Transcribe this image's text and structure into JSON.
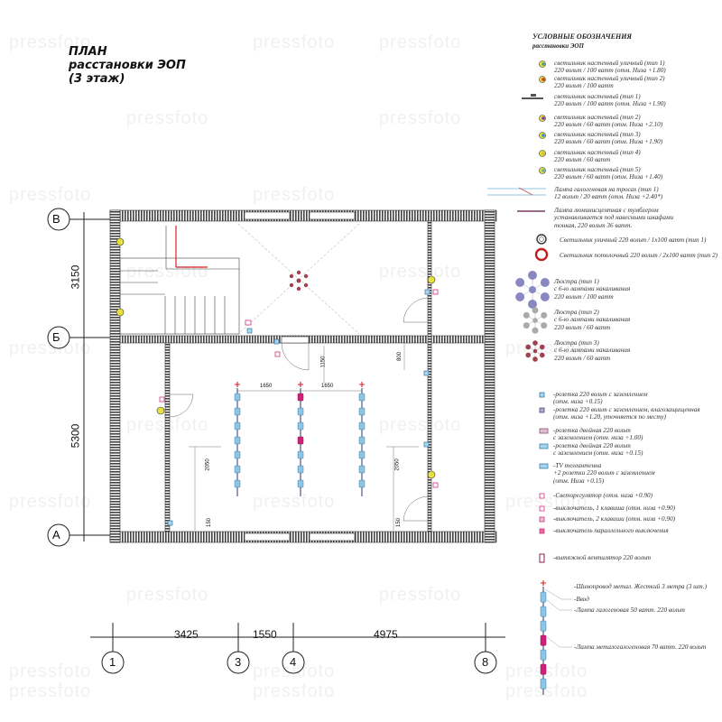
{
  "title": {
    "line1": "ПЛАН",
    "line2": "расстановки  ЭОП",
    "line3": "(3  этаж)"
  },
  "legend": {
    "heading1": "УСЛОВНЫЕ ОБОЗНАЧЕНИЯ",
    "heading2": "расстановки  ЭОП",
    "items": [
      {
        "lines": [
          "светильник настенный уличный (тип 1)",
          "220 вольт / 100 ватт (отм. Низа +1.80)"
        ],
        "icon": "wall-light-street-1-icon"
      },
      {
        "lines": [
          "светильник настенный уличный (тип 2)",
          "220 вольт / 100 ватт"
        ],
        "icon": "wall-light-street-2-icon"
      },
      {
        "lines": [
          "светильник настенный (тип 1)",
          "220 вольт / 100 ватт (отм. Низа +1.90)"
        ],
        "icon": "wall-light-1-icon"
      },
      {
        "lines": [
          "светильник настенный (тип 2)",
          "220 вольт / 60 ватт (отм. Низа +2.10)"
        ],
        "icon": "wall-light-2-icon"
      },
      {
        "lines": [
          "светильник настенный (тип 3)",
          "220 вольт / 60 ватт (отм. Низа +1.90)"
        ],
        "icon": "wall-light-3-icon"
      },
      {
        "lines": [
          "светильник настенный (тип 4)",
          "220 вольт / 60 ватт"
        ],
        "icon": "wall-light-4-icon"
      },
      {
        "lines": [
          "светильник настенный (тип 5)",
          "220 вольт / 60 ватт (отм. Низа +1.40)"
        ],
        "icon": "wall-light-5-icon"
      },
      {
        "lines": [
          "Лампа галогеновая на тросах (тип 1)",
          "12 вольт / 20 ватт (отм. Низа +2.40*)"
        ],
        "icon": "cable-halogen-icon"
      },
      {
        "lines": [
          "Лампа люминисцентная с тумблером",
          "устанавливается под навесными шкафами",
          "тонкая, 220 вольт 36 ватт."
        ],
        "icon": "fluorescent-lamp-icon"
      },
      {
        "lines": [
          "Светильник уличный 220 вольт / 1х100 ватт (тип 1)"
        ],
        "icon": "street-light-icon"
      },
      {
        "lines": [
          "Светильник потолочный 220 вольт / 2х100 ватт (тип 2)"
        ],
        "icon": "ceiling-light-icon"
      },
      {
        "lines": [
          "Люстра (тип 1)",
          "с  6-ю лампами накаливания",
          "220 вольт / 100 ватт"
        ],
        "icon": "chandelier-1-icon"
      },
      {
        "lines": [
          "Люстра (тип 2)",
          "с  6-ю лампами накаливания",
          "220 вольт / 60 ватт"
        ],
        "icon": "chandelier-2-icon"
      },
      {
        "lines": [
          "Люстра (тип 3)",
          "с  6-ю лампами накаливания",
          "220 вольт / 60 ватт"
        ],
        "icon": "chandelier-3-icon"
      },
      {
        "lines": [
          "-розетка 220 вольт с заземлением",
          "(отм. низа +0.15)"
        ],
        "icon": "socket-icon"
      },
      {
        "lines": [
          "-розетка 220 вольт с заземлением, влагозащищенная",
          "(отм. низа +1.20, уточняется по месту)"
        ],
        "icon": "socket-waterproof-icon"
      },
      {
        "lines": [
          "-розетка двойная 220 вольт",
          " с заземлением (отм. низа +1.00)"
        ],
        "icon": "double-socket-high-icon"
      },
      {
        "lines": [
          "-розетка двойная 220 вольт",
          " с заземлением (отм. низа +0.15)"
        ],
        "icon": "double-socket-low-icon"
      },
      {
        "lines": [
          "-TV телеантенна",
          "  +2 розетки 220 вольт с заземлением",
          "  (отм. Низа +0.15)"
        ],
        "icon": "tv-antenna-icon"
      },
      {
        "lines": [
          "-Светорегулятор (отм. низа +0.90)"
        ],
        "icon": "dimmer-icon"
      },
      {
        "lines": [
          "-выключатель, 1 клавиша (отм. низа +0.90)"
        ],
        "icon": "switch-1-icon"
      },
      {
        "lines": [
          "-выключатель, 2 клавиши (отм. низа +0.90)"
        ],
        "icon": "switch-2-icon"
      },
      {
        "lines": [
          "-выключатель параллельного выключения"
        ],
        "icon": "parallel-switch-icon"
      },
      {
        "lines": [
          "-вытяжной вентилятор 220 вольт"
        ],
        "icon": "exhaust-fan-icon"
      }
    ],
    "track": {
      "rail": "-Шинопровод метал. Жесткий 3 метра (3 шт.)",
      "input": "-Ввод",
      "halogen": "-Лампа галогеновая 50 ватт. 220 вольт",
      "metal_halide": "-Лампа металогалогеновая 70 ватт. 220 вольт"
    }
  },
  "axes": {
    "rows": [
      "В",
      "Б",
      "А"
    ],
    "columns": [
      "1",
      "3",
      "4",
      "8"
    ],
    "row_dims": [
      "3150",
      "5300"
    ],
    "col_dims": [
      "3425",
      "1550",
      "4975"
    ]
  },
  "plan_dims": [
    "1650",
    "1650",
    "1150",
    "800",
    "2050",
    "2050",
    "150",
    "150"
  ],
  "watermark": "pressfoto",
  "colors": {
    "wall": "#555555",
    "accent_red": "#d42020",
    "socket_blue": "#5aa8d0",
    "switch_pink": "#d0347a",
    "track": "#2a3a6a"
  }
}
